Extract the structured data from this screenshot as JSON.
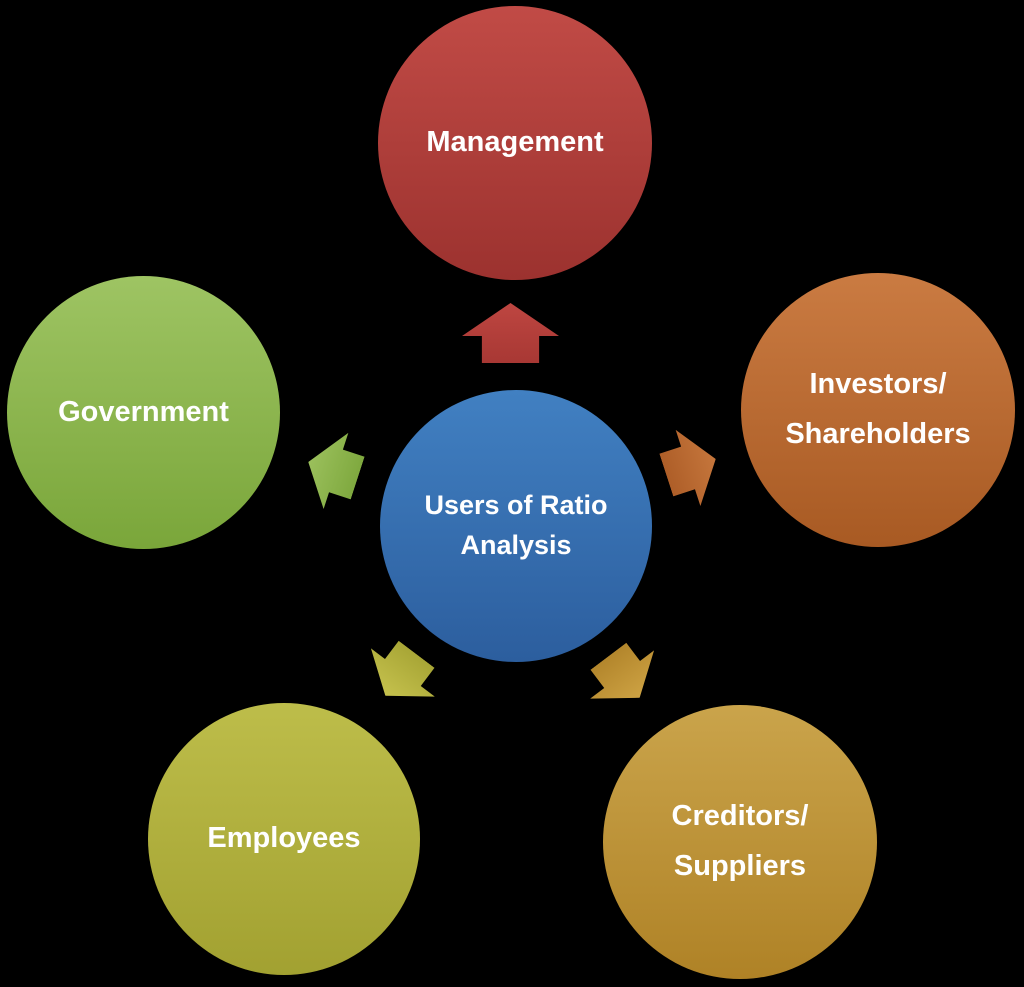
{
  "diagram": {
    "background_color": "#000000",
    "text_color": "#FFFFFF",
    "center": {
      "label": "Users of Ratio\nAnalysis",
      "color_top": "#4180C2",
      "color_bottom": "#2C5E9E"
    },
    "nodes": [
      {
        "id": "management",
        "label": "Management",
        "position": "top",
        "color_top": "#C14B46",
        "color_bottom": "#9C322F"
      },
      {
        "id": "investors",
        "label": "Investors/\nShareholders",
        "position": "right",
        "color_top": "#CA7B42",
        "color_bottom": "#A85A23"
      },
      {
        "id": "creditors",
        "label": "Creditors/\nSuppliers",
        "position": "bottom-right",
        "color_top": "#CAA44B",
        "color_bottom": "#AF8226"
      },
      {
        "id": "employees",
        "label": "Employees",
        "position": "bottom-left",
        "color_top": "#BDBD4A",
        "color_bottom": "#A2A131"
      },
      {
        "id": "government",
        "label": "Government",
        "position": "left",
        "color_top": "#9EC463",
        "color_bottom": "#7AA63A"
      }
    ],
    "arrows": [
      {
        "id": "to-management",
        "direction": "up",
        "color_top": "#BE4641",
        "color_bottom": "#A83834"
      },
      {
        "id": "to-investors",
        "direction": "right",
        "color_top": "#C5763C",
        "color_bottom": "#AE5E28"
      },
      {
        "id": "to-creditors",
        "direction": "down-right",
        "color_top": "#CDA243",
        "color_bottom": "#B3862C"
      },
      {
        "id": "to-employees",
        "direction": "down-left",
        "color_top": "#C5C14D",
        "color_bottom": "#A8A636"
      },
      {
        "id": "to-government",
        "direction": "left",
        "color_top": "#9BC05C",
        "color_bottom": "#7FA93F"
      }
    ]
  }
}
